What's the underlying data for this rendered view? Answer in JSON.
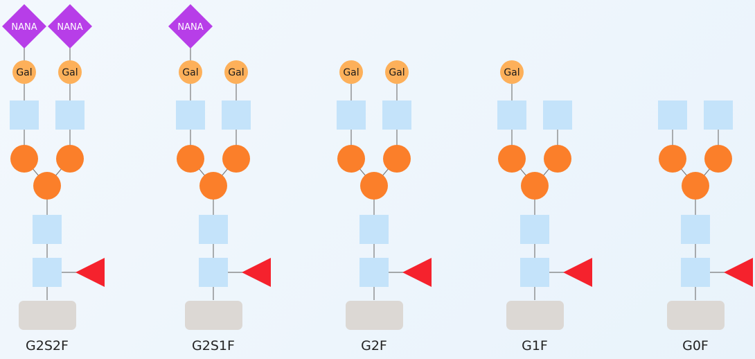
{
  "diagram": {
    "glycans": [
      {
        "name": "G2S2F",
        "arms": [
          {
            "gal": true,
            "nana": true
          },
          {
            "gal": true,
            "nana": true
          }
        ]
      },
      {
        "name": "G2S1F",
        "arms": [
          {
            "gal": true,
            "nana": true
          },
          {
            "gal": true,
            "nana": false
          }
        ]
      },
      {
        "name": "G2F",
        "arms": [
          {
            "gal": true,
            "nana": false
          },
          {
            "gal": true,
            "nana": false
          }
        ]
      },
      {
        "name": "G1F",
        "arms": [
          {
            "gal": true,
            "nana": false
          },
          {
            "gal": false,
            "nana": false
          }
        ]
      },
      {
        "name": "G0F",
        "arms": [
          {
            "gal": false,
            "nana": false
          },
          {
            "gal": false,
            "nana": false
          }
        ]
      }
    ],
    "symbols": {
      "gal_label": "Gal",
      "nana_label": "NANA"
    },
    "colors": {
      "glcnac": "#c4e3fa",
      "mannose": "#fb7f2a",
      "galactose": "#fdb05a",
      "sialic_acid": "#b73ee8",
      "fucose": "#f5222d",
      "base": "#dcd8d4",
      "line": "#7a7a7a",
      "label": "#222222"
    }
  }
}
